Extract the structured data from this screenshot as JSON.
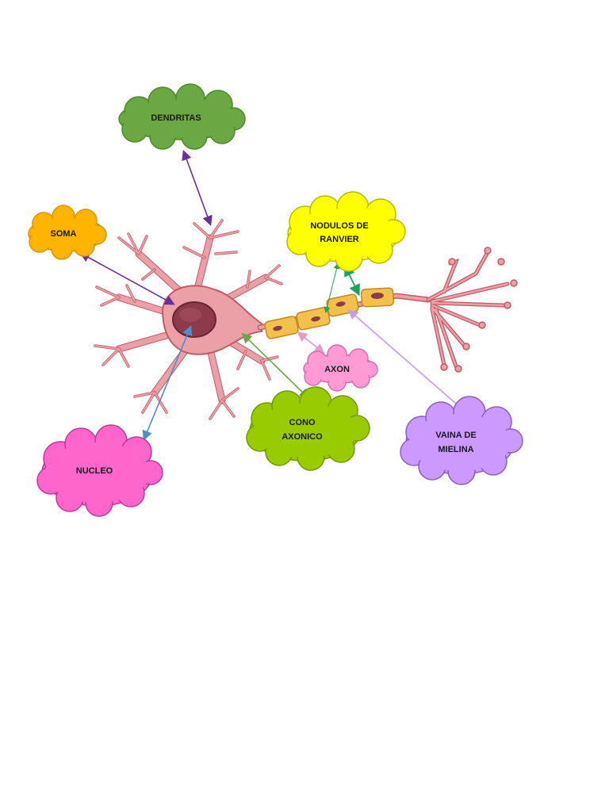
{
  "labels": {
    "dendritas": "DENDRITAS",
    "soma": "SOMA",
    "nodulos_line1": "NODULOS DE",
    "nodulos_line2": "RANVIER",
    "axon": "AXON",
    "cono_line1": "CONO",
    "cono_line2": "AXONICO",
    "vaina_line1": "VAINA DE",
    "vaina_line2": "MIELINA",
    "nucleo": "NUCLEO"
  },
  "colors": {
    "dendritas": "#6aa843",
    "soma": "#ffb400",
    "nodulos": "#ffff00",
    "axon": "#ff9ad5",
    "cono": "#99cc00",
    "vaina": "#cc99ff",
    "nucleo": "#ff66cc",
    "neuron_body": "#eaa0a6",
    "neuron_edge": "#c45a66",
    "nucleus": "#8b3b4a",
    "myelin": "#f2c04b",
    "myelin_edge": "#c08a1c"
  }
}
